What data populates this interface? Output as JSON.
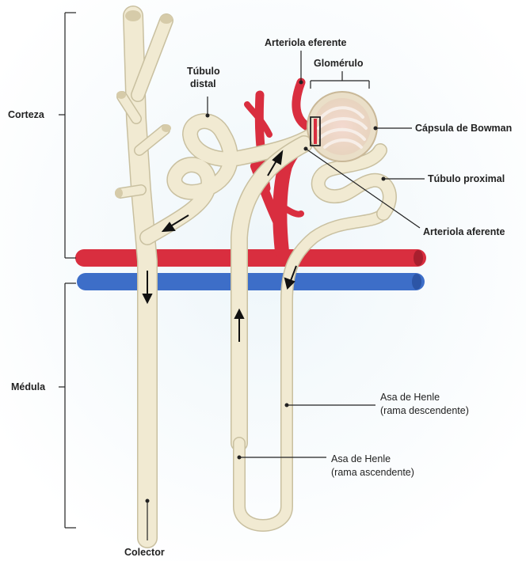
{
  "labels": {
    "corteza": "Corteza",
    "medula": "Médula",
    "colector": "Colector",
    "tubulo_distal_1": "Túbulo",
    "tubulo_distal_2": "distal",
    "arteriola_eferente": "Arteriola eferente",
    "glomerulo": "Glomérulo",
    "capsula_bowman": "Cápsula de Bowman",
    "tubulo_proximal": "Túbulo proximal",
    "arteriola_aferente": "Arteriola aferente",
    "henle_desc_1": "Asa de Henle",
    "henle_desc_2": "(rama descendente)",
    "henle_asc_1": "Asa de Henle",
    "henle_asc_2": "(rama ascendente)"
  },
  "colors": {
    "background": "#eaf3f8",
    "tubule": "#f1ead2",
    "tubule_edge": "#c9c0a0",
    "artery": "#d92e3f",
    "vein": "#3f6fc7",
    "glomerulus": "#e9c3b8"
  }
}
